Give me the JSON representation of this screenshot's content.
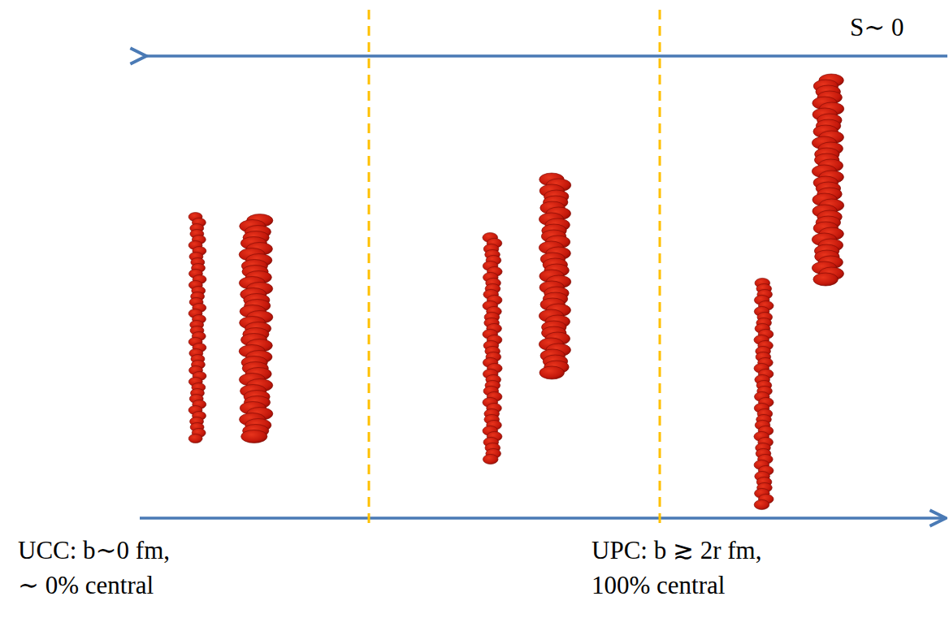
{
  "diagram": {
    "labels": [
      "S∼ 0",
      "UCC: b∼0 fm,",
      "∼ 0% central",
      "UPC: b ≳ 2r fm,",
      "100% central"
    ]
  }
}
